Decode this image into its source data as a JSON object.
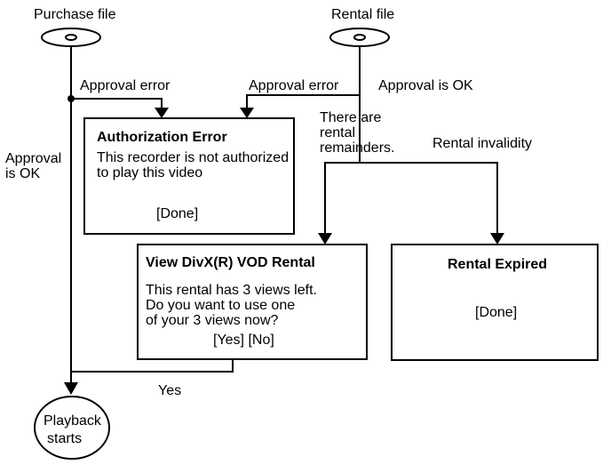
{
  "sources": {
    "purchase_file": "Purchase file",
    "rental_file": "Rental file"
  },
  "edges": {
    "approval_error_left": "Approval error",
    "approval_error_right": "Approval error",
    "approval_ok_rental": "Approval is OK",
    "approval_ok_purchase": [
      "Approval",
      "is OK"
    ],
    "rental_remainders": [
      "There are",
      "rental",
      "remainders."
    ],
    "rental_invalidity": "Rental invalidity",
    "yes": "Yes"
  },
  "boxes": {
    "authorization_error": {
      "title": "Authorization Error",
      "body": [
        "This recorder is not authorized",
        "to play this video"
      ],
      "button": "[Done]"
    },
    "vod_rental": {
      "title": "View DivX(R) VOD Rental",
      "body": [
        "This rental has 3 views left.",
        "Do you want to use one",
        " of your 3 views now?"
      ],
      "buttons": "[Yes] [No]"
    },
    "rental_expired": {
      "title": "Rental Expired",
      "button": "[Done]"
    }
  },
  "terminal": {
    "playback_starts": [
      "Playback",
      "starts"
    ]
  }
}
